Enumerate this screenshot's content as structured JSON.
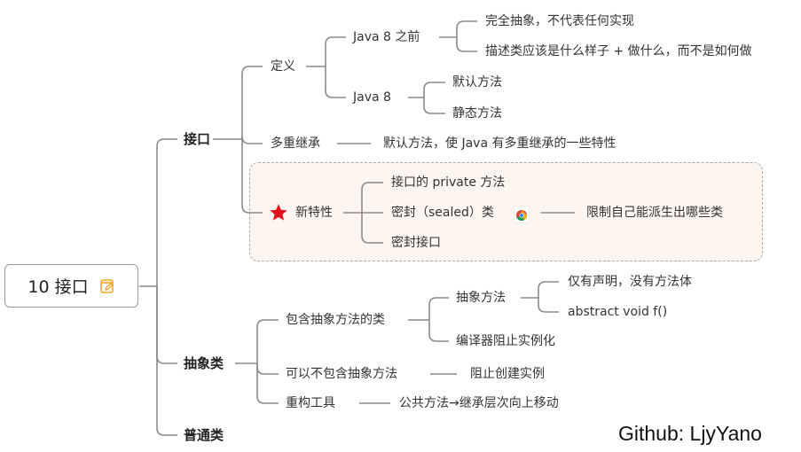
{
  "root": {
    "label": "10 接口",
    "icon": "note-edit-icon"
  },
  "interface": {
    "label": "接口",
    "definition": {
      "label": "定义",
      "before_java8": {
        "label": "Java 8 之前",
        "items": [
          "完全抽象，不代表任何实现",
          "描述类应该是什么样子 + 做什么，而不是如何做"
        ]
      },
      "java8": {
        "label": "Java 8",
        "items": [
          "默认方法",
          "静态方法"
        ]
      }
    },
    "multiple_inheritance": {
      "label": "多重继承",
      "note": "默认方法，使 Java 有多重继承的一些特性"
    },
    "new_features": {
      "label": "新特性",
      "icon": "star-icon",
      "items": [
        "接口的 private 方法",
        "密封（sealed）类",
        "密封接口"
      ],
      "sealed_note": "限制自己能派生出哪些类",
      "sealed_icon": "chrome-icon"
    }
  },
  "abstract_class": {
    "label": "抽象类",
    "contains": {
      "label": "包含抽象方法的类",
      "abstract_method": {
        "label": "抽象方法",
        "items": [
          "仅有声明，没有方法体",
          "abstract void f()"
        ]
      },
      "compiler": "编译器阻止实例化"
    },
    "not_contains": {
      "label": "可以不包含抽象方法",
      "note": "阻止创建实例"
    },
    "refactor": {
      "label": "重构工具",
      "note": "公共方法→继承层次向上移动"
    }
  },
  "plain_class": {
    "label": "普通类"
  },
  "watermark": "Github: LjyYano",
  "colors": {
    "line": "#8a8a8a",
    "highlight_bg": "#fdf5ef",
    "star": "#e0121b",
    "note_icon": "#f5a623"
  }
}
